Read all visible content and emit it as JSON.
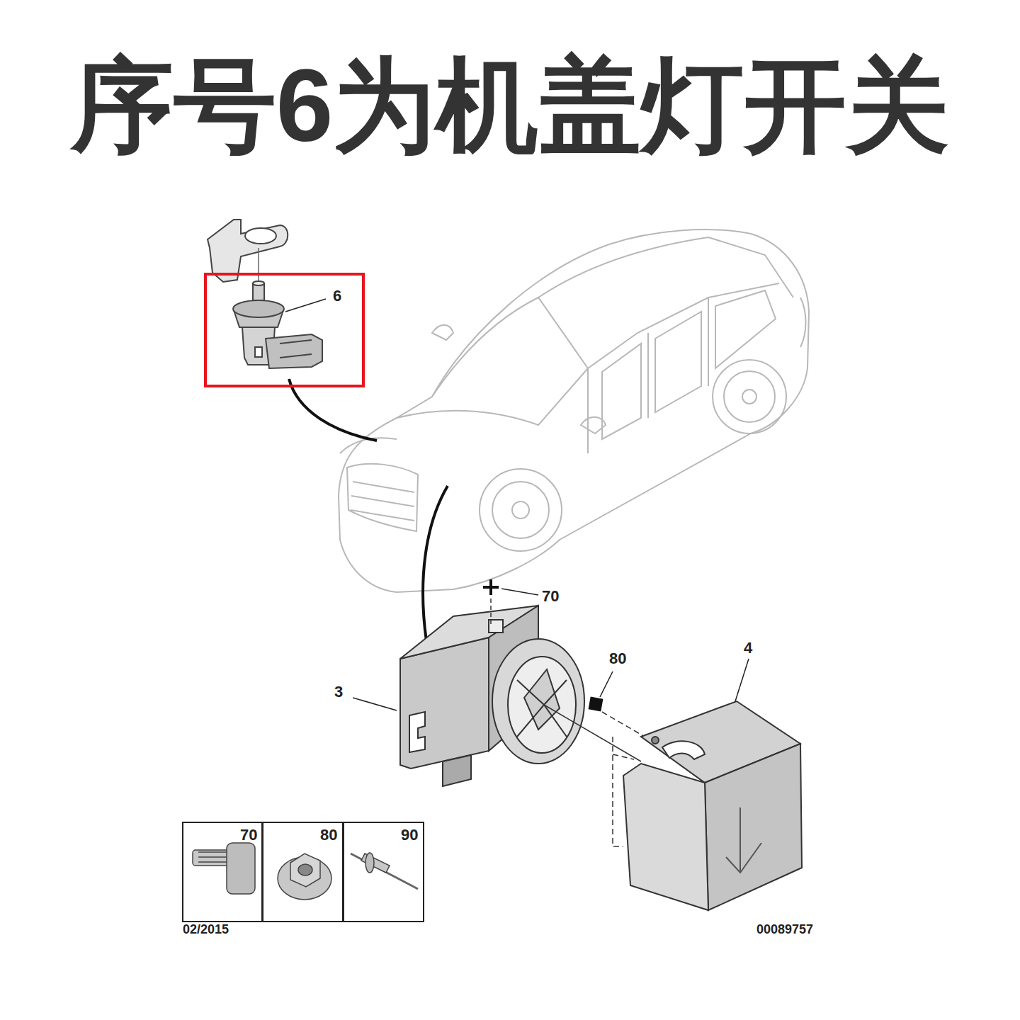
{
  "diagram": {
    "title": "序号6为机盖灯开关",
    "nodes": [
      {
        "text": [
          "6"
        ]
      },
      {
        "text": [
          "70"
        ]
      },
      {
        "text": [
          "80"
        ]
      },
      {
        "text": [
          "90"
        ]
      }
    ],
    "labels": [
      "70",
      "80",
      "4",
      "3",
      "02/2015",
      "00089757"
    ]
  }
}
